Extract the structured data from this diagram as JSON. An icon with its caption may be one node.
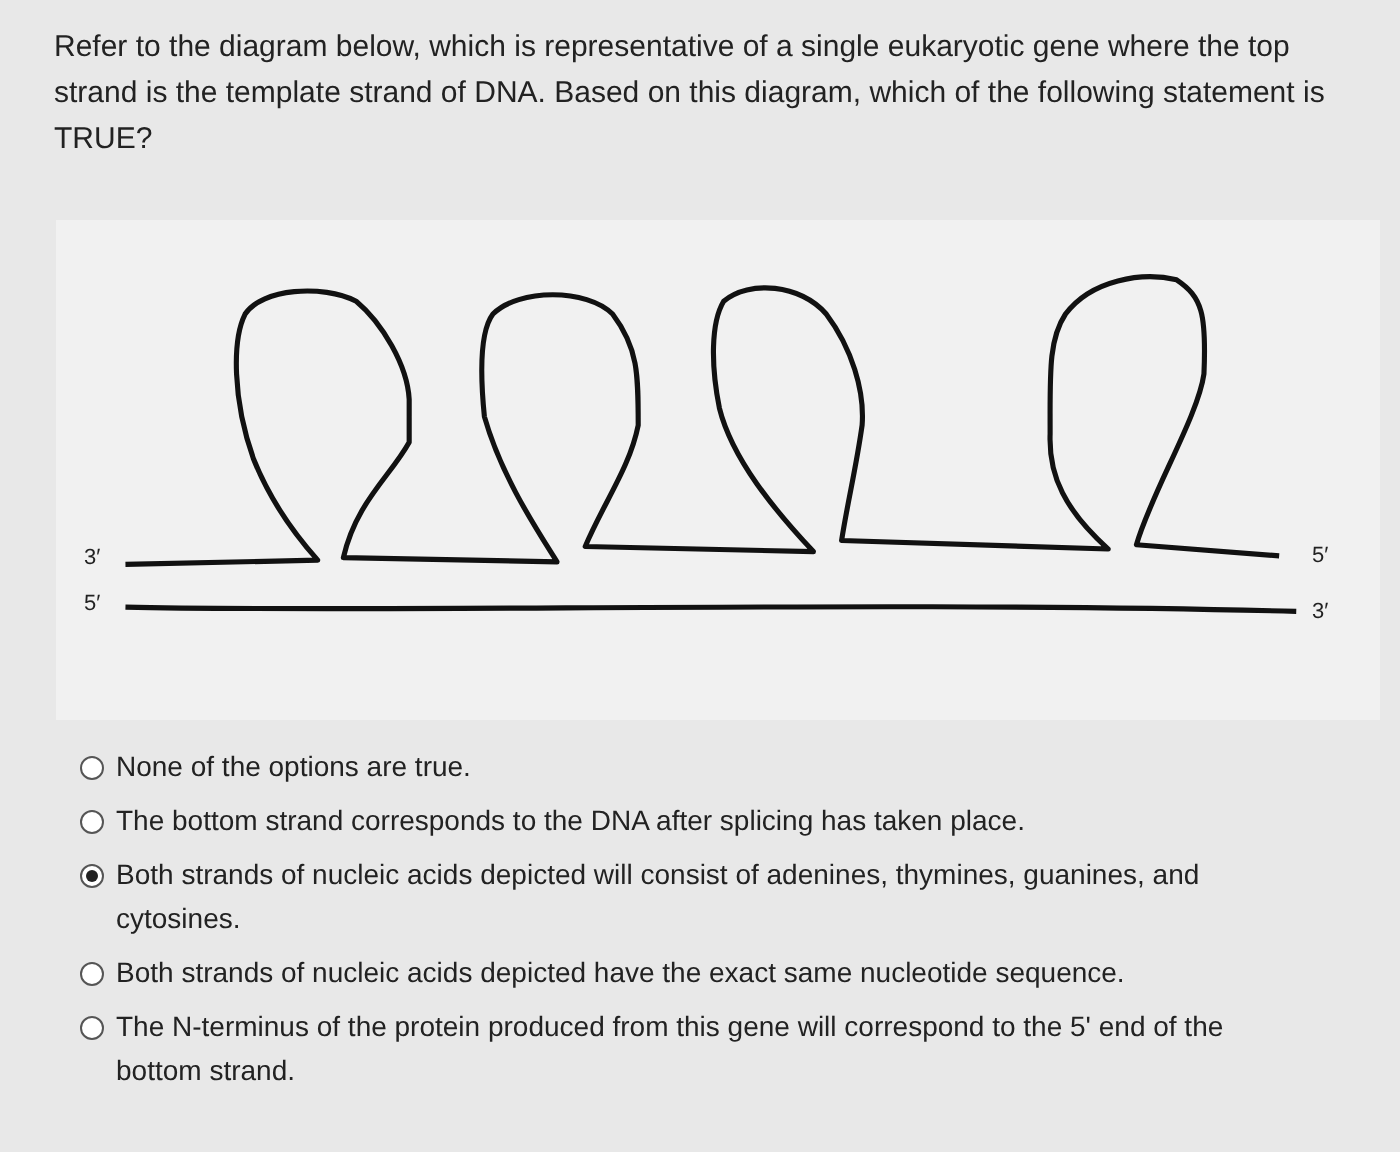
{
  "diagram": {
    "title": "Refer to the diagram below, which is representative of a single eukaryotic gene where the top strand is the template strand of DNA. Based on this diagram, which of the following statement is TRUE?",
    "labels": [
      "3′",
      "5′",
      "5′",
      "3′",
      "None of the options are true.",
      "The bottom strand corresponds to the DNA after splicing has taken place.",
      "Both strands of nucleic acids depicted will consist of adenines, thymines, guanines, and cytosines.",
      "Both strands of nucleic acids depicted have the exact same nucleotide sequence.",
      "The N-terminus of the protein produced from this gene will correspond to the 5' end of the bottom strand."
    ]
  }
}
